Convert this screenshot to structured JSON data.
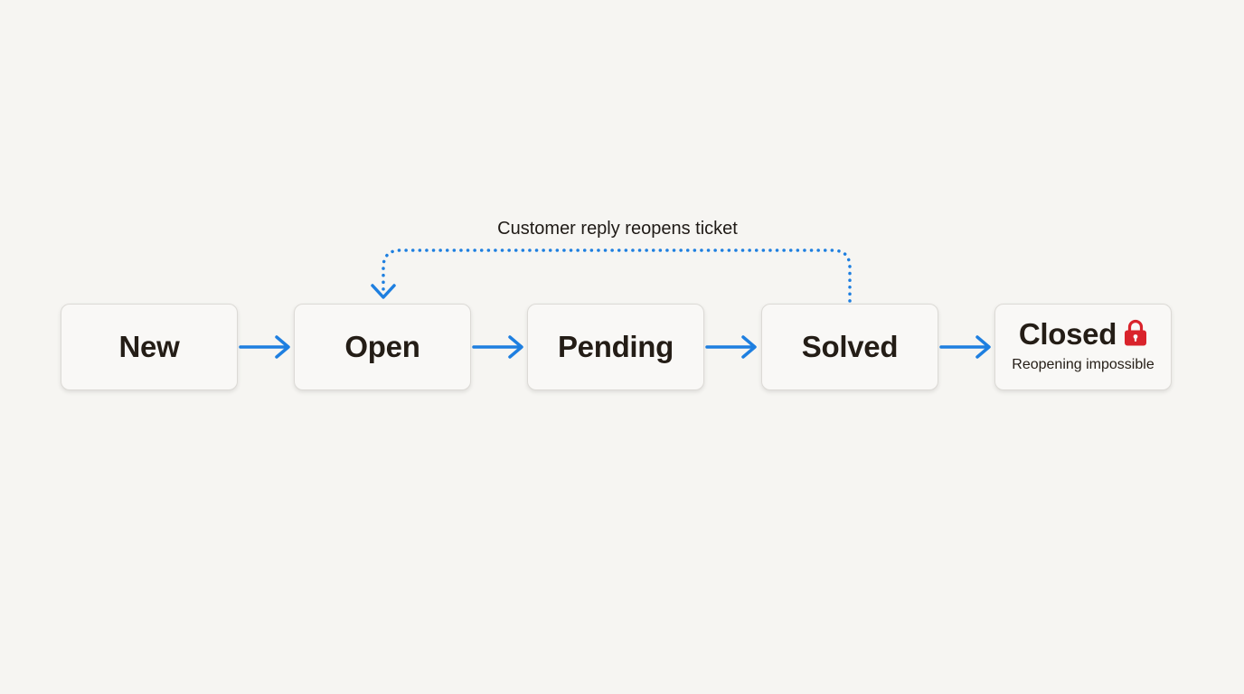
{
  "diagram": {
    "states": [
      {
        "label": "New"
      },
      {
        "label": "Open"
      },
      {
        "label": "Pending"
      },
      {
        "label": "Solved"
      },
      {
        "label": "Closed",
        "note": "Reopening impossible",
        "icon": "lock-icon"
      }
    ],
    "loop_caption": "Customer reply reopens ticket",
    "colors": {
      "arrow": "#1e7fe0",
      "lock": "#d9232b",
      "box_bg": "#f9f8f6",
      "background": "#f6f5f2",
      "text": "#241d16"
    }
  }
}
